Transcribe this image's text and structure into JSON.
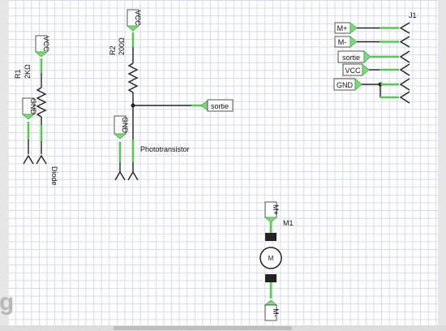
{
  "watermark": "g",
  "components": {
    "r1": {
      "ref": "R1",
      "value": "2KΩ"
    },
    "r2": {
      "ref": "R2",
      "value": "200Ω"
    },
    "diode_label": "Diode",
    "phototransistor_label": "Phototransistor",
    "motor": {
      "ref": "M1",
      "symbol": "M"
    },
    "connector": {
      "ref": "J1"
    }
  },
  "net_labels": {
    "r1_top": "VCC",
    "r1_bottom": "GND",
    "r2_top": "VCC",
    "r2_bottom": "GND",
    "sortie": "sortie",
    "motor_top": "M+",
    "motor_bottom": "M-",
    "j1_pins": [
      "M+",
      "M-",
      "sortie",
      "VCC",
      "GND"
    ]
  },
  "colors": {
    "pin": "#5cc65c",
    "wire": "#222222",
    "grid": "#d3dbe6"
  }
}
